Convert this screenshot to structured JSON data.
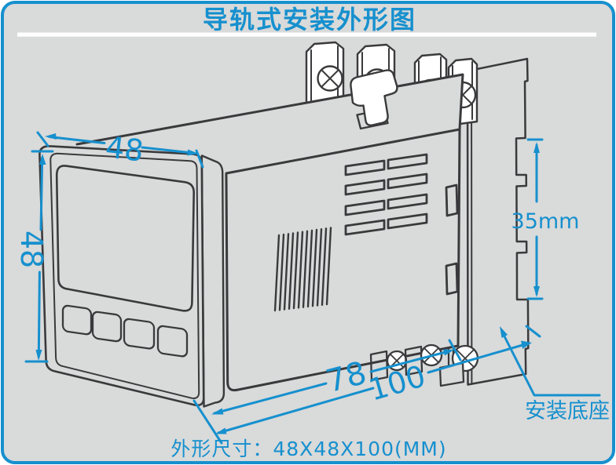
{
  "title": "导轨式安装外形图",
  "caption": "外形尺寸：48X48X100(MM)",
  "drawing": {
    "dim_width_top": "48",
    "dim_height_left": "48",
    "dim_depth_body": "78",
    "dim_depth_total": "100",
    "dim_rail_height": "35mm",
    "mount_base_label": "安装底座"
  },
  "icons": {
    "terminal_screw": "circle-with-x",
    "vent": "slot-lines"
  },
  "colors": {
    "accent_blue": "#1690ce",
    "line_dark": "#3a3a3c",
    "background_gray": "#d9dada",
    "divider_white": "#ffffff"
  }
}
